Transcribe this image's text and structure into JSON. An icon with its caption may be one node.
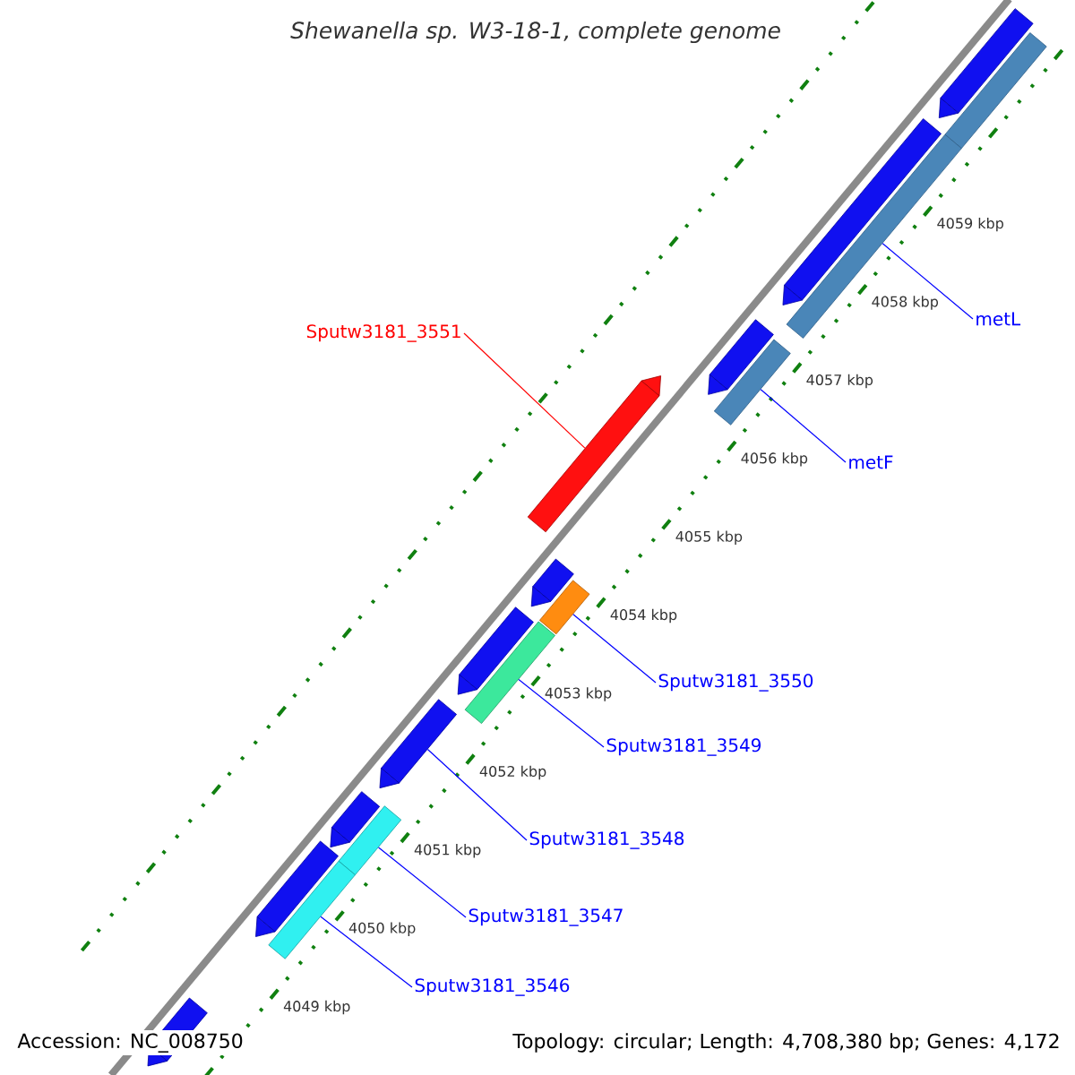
{
  "diagram": {
    "title": "Shewanella sp. W3-18-1, complete genome",
    "nodes": [
      {
        "text": [
          "metL"
        ]
      },
      {
        "text": [
          "metF"
        ]
      },
      {
        "text": [
          "Sputw3181_3551"
        ]
      },
      {
        "text": [
          "Sputw3181_3550"
        ]
      },
      {
        "text": [
          "Sputw3181_3549"
        ]
      },
      {
        "text": [
          "Sputw3181_3548"
        ]
      },
      {
        "text": [
          "Sputw3181_3547"
        ]
      },
      {
        "text": [
          "Sputw3181_3546"
        ]
      },
      {
        "text": [],
        "shape": "pentagon"
      },
      {
        "text": [],
        "shape": "bar"
      },
      {
        "text": [],
        "shape": "pentagon"
      },
      {
        "text": [],
        "shape": "bar"
      },
      {
        "text": [],
        "shape": "pentagon"
      },
      {
        "text": [],
        "shape": "bar"
      },
      {
        "text": [],
        "shape": "pentagon"
      },
      {
        "text": [],
        "shape": "pentagon"
      },
      {
        "text": [],
        "shape": "bar"
      },
      {
        "text": [],
        "shape": "pentagon"
      },
      {
        "text": [],
        "shape": "bar"
      },
      {
        "text": [],
        "shape": "pentagon"
      },
      {
        "text": [],
        "shape": "pentagon"
      },
      {
        "text": [],
        "shape": "bar"
      },
      {
        "text": [],
        "shape": "pentagon"
      },
      {
        "text": [],
        "shape": "bar"
      },
      {
        "text": [],
        "shape": "pentagon"
      }
    ],
    "edges": [
      {
        "from": 0,
        "to": 11,
        "arrow": "none"
      },
      {
        "from": 1,
        "to": 13,
        "arrow": "none"
      },
      {
        "from": 2,
        "to": 14,
        "arrow": "none",
        "color": "#ff0000"
      },
      {
        "from": 3,
        "to": 16,
        "arrow": "none"
      },
      {
        "from": 4,
        "to": 18,
        "arrow": "none"
      },
      {
        "from": 5,
        "to": 19,
        "arrow": "none"
      },
      {
        "from": 6,
        "to": 21,
        "arrow": "none"
      },
      {
        "from": 7,
        "to": 23,
        "arrow": "none"
      }
    ],
    "labels": [
      "4059 kbp",
      "4058 kbp",
      "4057 kbp",
      "4056 kbp",
      "4055 kbp",
      "4054 kbp",
      "4053 kbp",
      "4052 kbp",
      "4051 kbp",
      "4050 kbp",
      "4049 kbp",
      "Accession: NC_008750",
      "Topology: circular; Length: 4,708,380 bp; Genes: 4,172"
    ]
  }
}
